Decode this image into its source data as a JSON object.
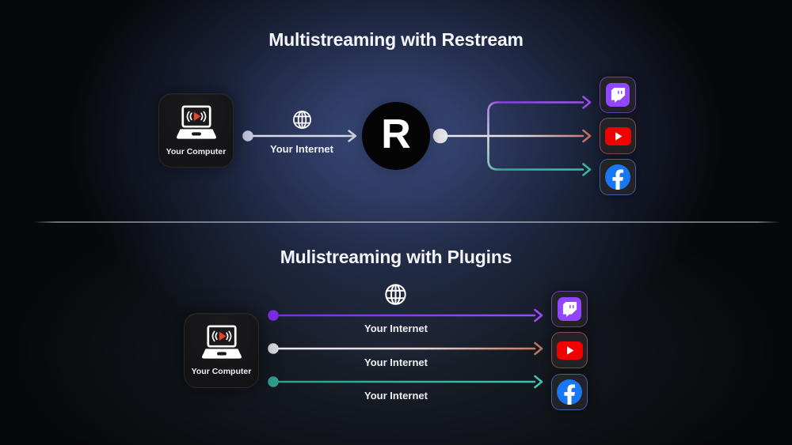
{
  "top": {
    "title": "Multistreaming with Restream",
    "computer_label": "Your Computer",
    "internet_label": "Your Internet",
    "hub_letter": "R",
    "destinations": [
      {
        "name": "Twitch",
        "brand_color": "#9146ff",
        "line_color": "#9a4af0"
      },
      {
        "name": "YouTube",
        "brand_color": "#f20000",
        "line_color": "#c3786c"
      },
      {
        "name": "Facebook",
        "brand_color": "#1877f2",
        "line_color": "#3fb8a8"
      }
    ]
  },
  "bottom": {
    "title": "Mulistreaming with Plugins",
    "computer_label": "Your Computer",
    "lines": [
      {
        "label": "Your Internet",
        "platform": "Twitch",
        "color": "#7b2ce2"
      },
      {
        "label": "Your Internet",
        "platform": "YouTube",
        "color": "#e9e9ef"
      },
      {
        "label": "Your Internet",
        "platform": "Facebook",
        "color": "#2f9e90"
      }
    ]
  },
  "colors": {
    "background_glow": "#40528a",
    "dot_lavender": "#c6c7e2",
    "dot_white": "#e9e9ef",
    "salmon_arrow": "#bd7165",
    "teal_arrow": "#3cb3a3",
    "purple_arrow": "#9a4af0"
  }
}
